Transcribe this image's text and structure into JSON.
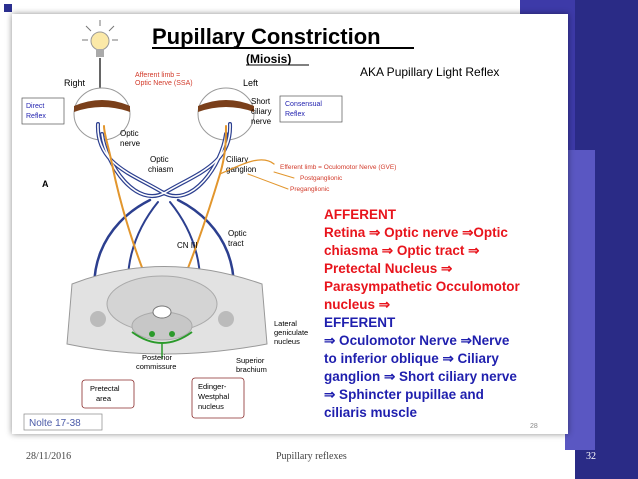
{
  "slide": {
    "title": "Pupillary Constriction",
    "subtitle": "(Miosis)",
    "aka": "AKA Pupillary Light Reflex",
    "figure_label": "A",
    "slide_number": "28",
    "source": "Nolte 17-38",
    "labels": {
      "right": "Right",
      "left": "Left",
      "afferent_line1": "Afferent limb =",
      "afferent_line2": "Optic Nerve (SSA)",
      "direct_1": "Direct",
      "direct_2": "Reflex",
      "consensual_1": "Consensual",
      "consensual_2": "Reflex",
      "short_1": "Short",
      "short_2": "ciliary",
      "short_3": "nerve",
      "optic_nerve_1": "Optic",
      "optic_nerve_2": "nerve",
      "chiasm_1": "Optic",
      "chiasm_2": "chiasm",
      "ganglion_1": "Ciliary",
      "ganglion_2": "ganglion",
      "efferent": "Efferent limb = Oculomotor Nerve (GVE)",
      "postganglionic": "Postganglionic",
      "preganglionic": "Preganglionic",
      "cn3": "CN III",
      "tract_1": "Optic",
      "tract_2": "tract",
      "lgn_1": "Lateral",
      "lgn_2": "geniculate",
      "lgn_3": "nucleus",
      "sup_1": "Superior",
      "sup_2": "brachium",
      "post_1": "Posterior",
      "post_2": "commissure",
      "pretectal_1": "Pretectal",
      "pretectal_2": "area",
      "ew_1": "Edinger-",
      "ew_2": "Westphal",
      "ew_3": "nucleus"
    },
    "text_block": [
      "AFFERENT",
      "Retina ⇒ Optic nerve ⇒Optic",
      "chiasma ⇒  Optic tract ⇒",
      "Pretectal Nucleus ⇒",
      "Parasympathetic Occulomotor",
      "nucleus ⇒",
      "EFFERENT",
      " ⇒ Oculomotor Nerve ⇒Nerve",
      "to inferior oblique ⇒  Ciliary",
      "ganglion ⇒ Short ciliary nerve",
      "⇒ Sphincter pupillae and",
      "ciliaris muscle"
    ]
  },
  "footer": {
    "date": "28/11/2016",
    "title": "Pupillary reflexes",
    "page": "32"
  },
  "colors": {
    "heading_red": "#e8141c",
    "body_blue": "#1f1fae",
    "afferent_label": "#d23a2a",
    "nerve_blue": "#2c3f8f",
    "nerve_orange": "#e2962d",
    "theme_purple": "#3d3aa8"
  }
}
